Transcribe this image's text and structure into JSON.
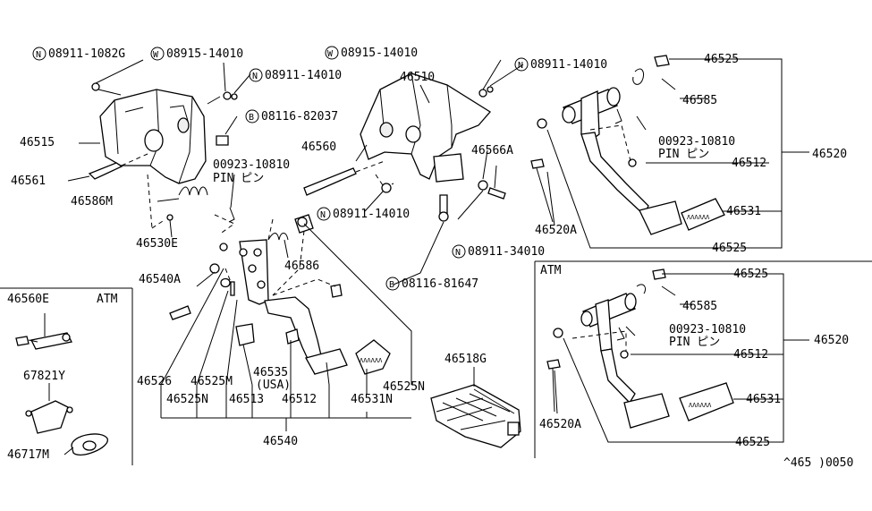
{
  "labels": {
    "n_08911_1082G": "08911-1082G",
    "w_08915_14010_a": "08915-14010",
    "n_08911_14010_a": "08911-14010",
    "b_08116_82037": "08116-82037",
    "p46515": "46515",
    "p46561": "46561",
    "pin_00923_a": "00923-10810",
    "pin_word_a": "PIN ピン",
    "p46586M": "46586M",
    "p46530E": "46530E",
    "w_08915_14010_b": "08915-14010",
    "p46510": "46510",
    "n_08911_14010_b": "08911-14010",
    "p46560": "46560",
    "p46566A": "46566A",
    "n_08911_14010_c": "08911-14010",
    "n_08911_34010": "08911-34010",
    "b_08116_81647": "08116-81647",
    "p46586": "46586",
    "p46540A": "46540A",
    "p46525_t1": "46525",
    "p46585_t": "46585",
    "pin_00923_t": "00923-10810",
    "pin_word_t": "PIN ピン",
    "p46512_t": "46512",
    "p46520_t": "46520",
    "p46531_t": "46531",
    "p46520A_t": "46520A",
    "p46525_t2": "46525",
    "atm_right": "ATM",
    "p46525_b1": "46525",
    "p46585_b": "46585",
    "pin_00923_b": "00923-10810",
    "pin_word_b": "PIN ピン",
    "p46520_b": "46520",
    "p46512_b": "46512",
    "p46531_b": "46531",
    "p46520A_b": "46520A",
    "p46525_b2": "46525",
    "p46560E": "46560E",
    "atm_left": "ATM",
    "p67821Y": "67821Y",
    "p46717M": "46717M",
    "p46526": "46526",
    "p46525N_a": "46525N",
    "p46525M": "46525M",
    "p46513": "46513",
    "p46535": "46535",
    "usa": "(USA)",
    "p46512_m": "46512",
    "p46531N": "46531N",
    "p46525N_b": "46525N",
    "p46518G": "46518G",
    "p46540": "46540",
    "ref_code": "^465 )0050"
  },
  "callout_letters": {
    "n": "N",
    "w": "W",
    "b": "B"
  },
  "pad_text": "ΛΛΛΛΛΛ"
}
